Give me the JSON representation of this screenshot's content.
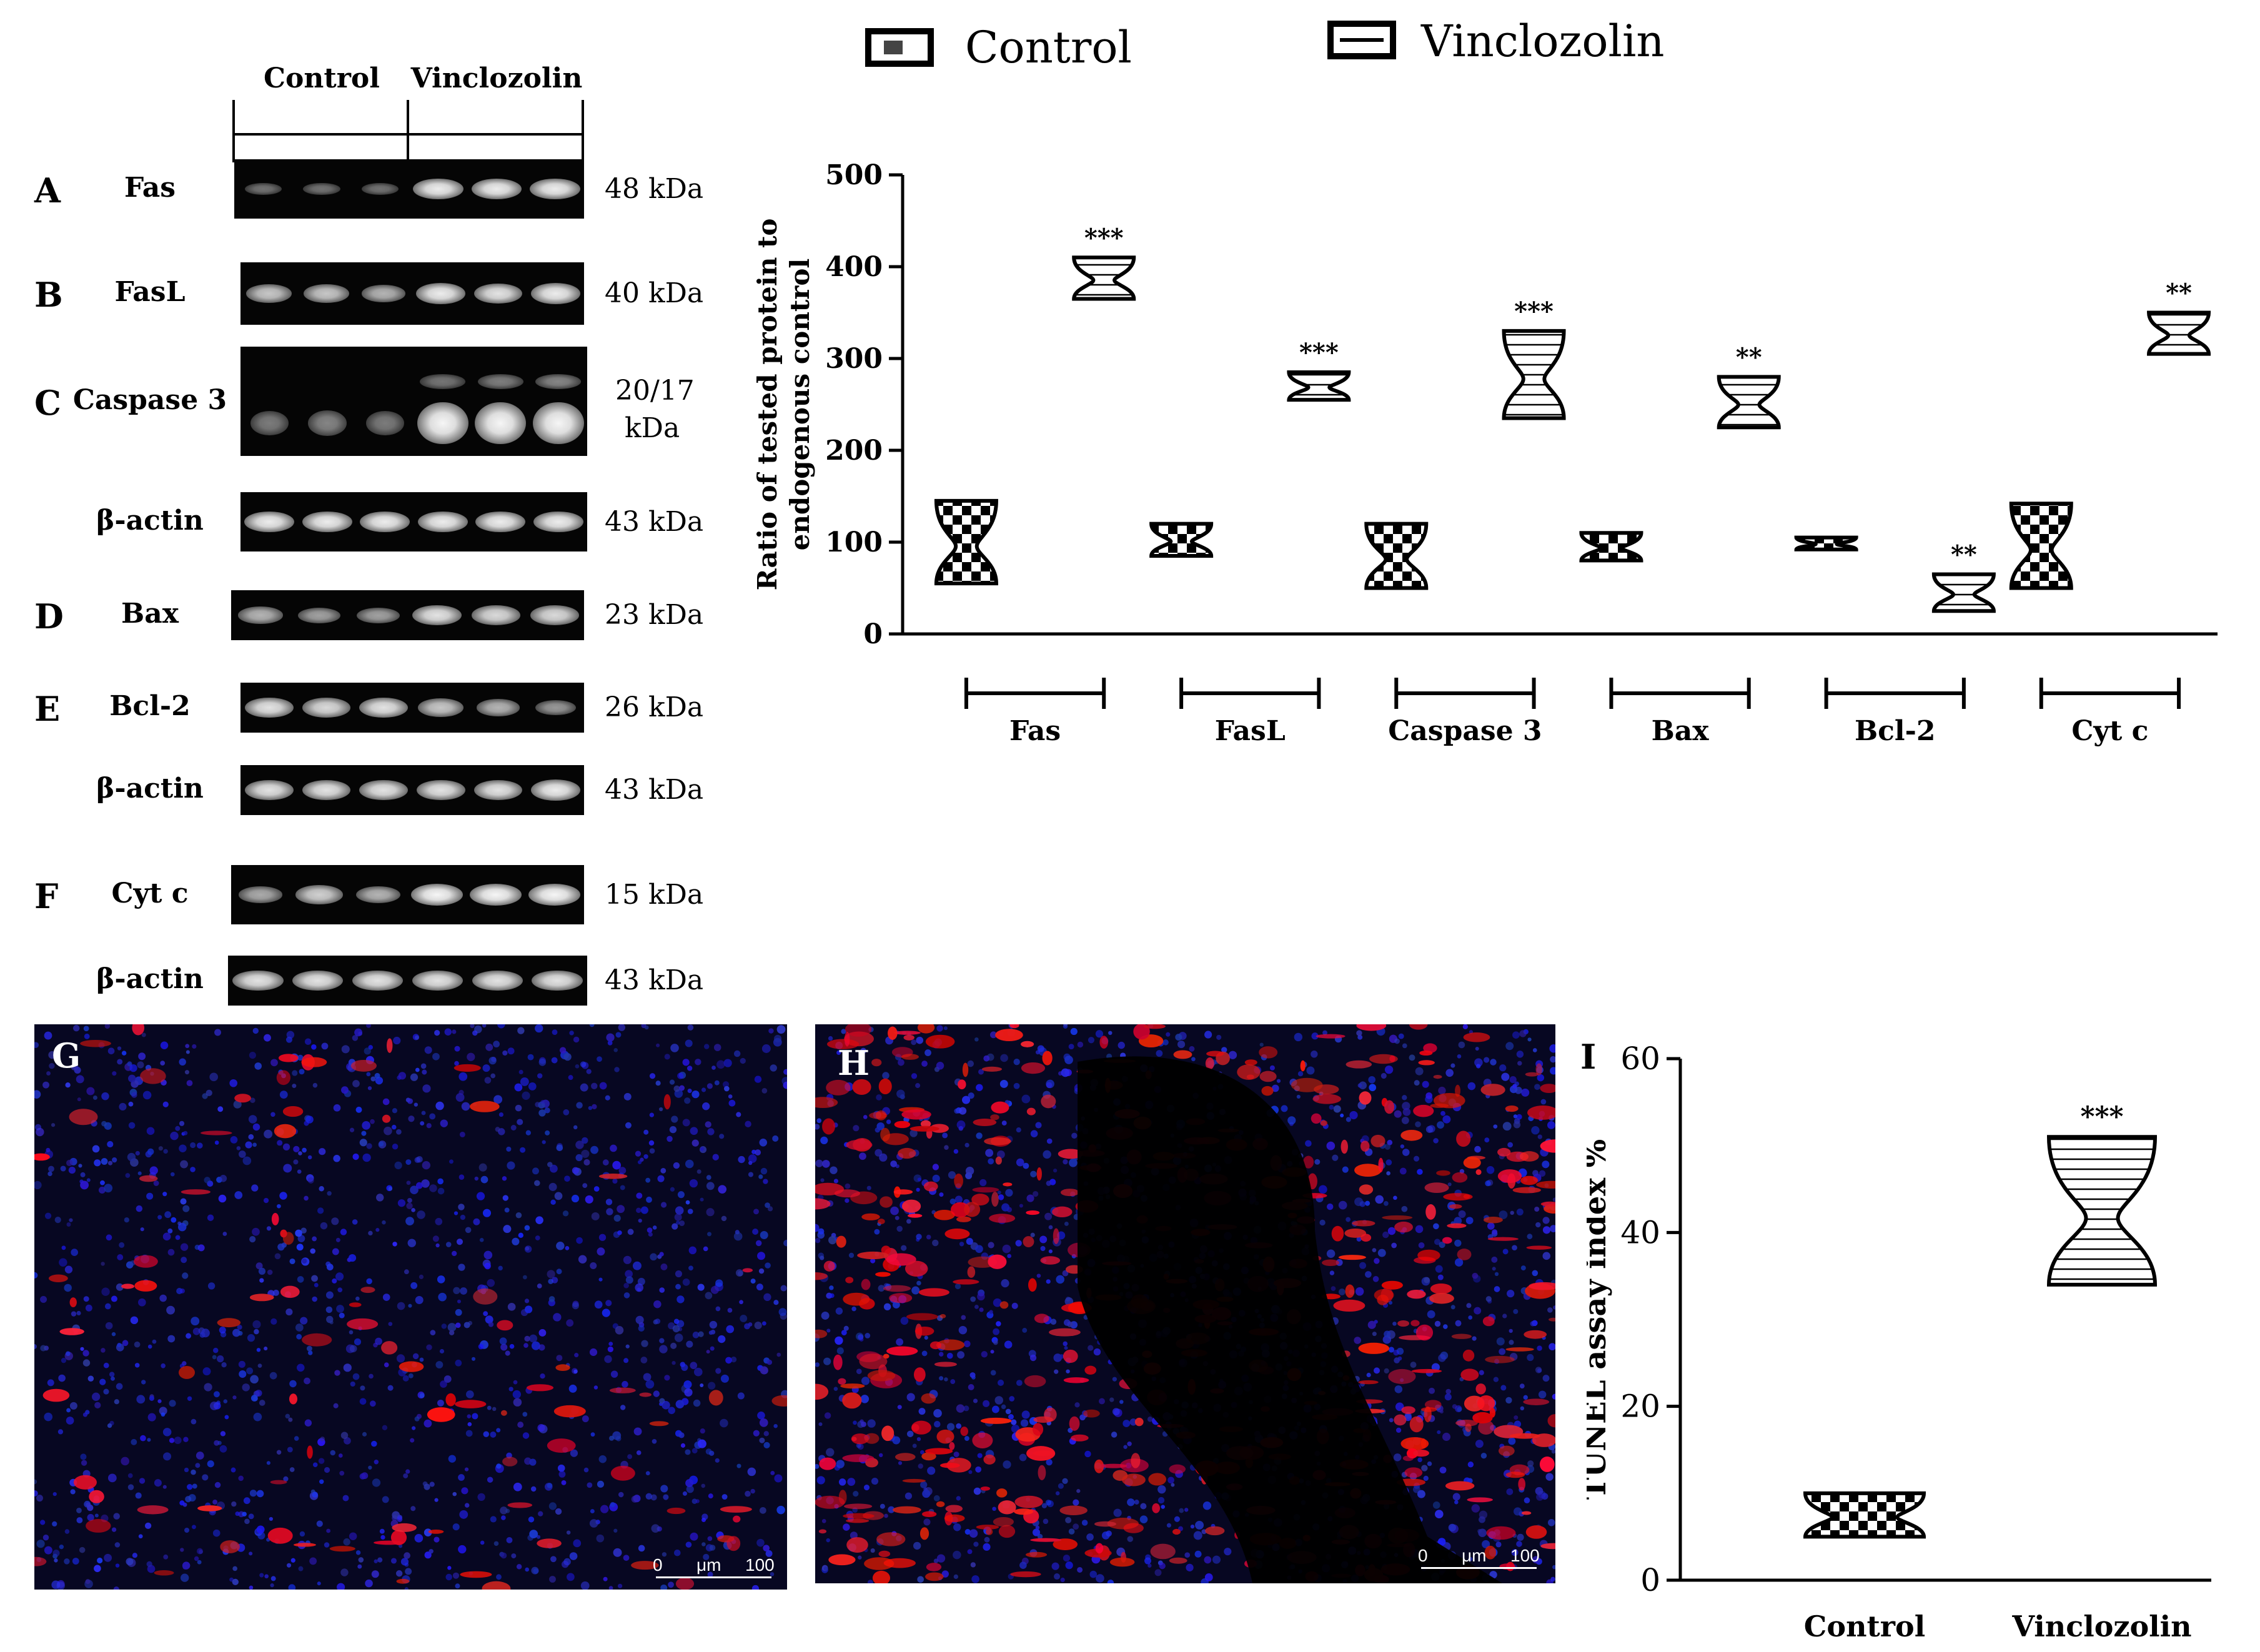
{
  "legend": {
    "control": "Control",
    "vinclozolin": "Vinclozolin"
  },
  "blots": {
    "header": {
      "control": "Control",
      "vinclozolin": "Vinclozolin"
    },
    "rows": [
      {
        "letter": "A",
        "label": "Fas",
        "kda": "48 kDa",
        "intensity": [
          0.25,
          0.25,
          0.25,
          0.9,
          0.9,
          0.9
        ]
      },
      {
        "letter": "B",
        "label": "FasL",
        "kda": "40 kDa",
        "intensity": [
          0.7,
          0.7,
          0.6,
          0.9,
          0.85,
          0.9
        ]
      },
      {
        "letter": "C",
        "label": "Caspase 3",
        "kda_line1": "20/17",
        "kda_line2": "kDa",
        "intensity": [
          0.3,
          0.35,
          0.3,
          0.95,
          0.95,
          0.95
        ]
      },
      {
        "letter": "",
        "label": "β-actin",
        "kda": "43 kDa",
        "intensity": [
          0.9,
          0.9,
          0.9,
          0.9,
          0.9,
          0.9
        ]
      },
      {
        "letter": "D",
        "label": "Bax",
        "kda": "23 kDa",
        "intensity": [
          0.6,
          0.5,
          0.5,
          0.85,
          0.8,
          0.8
        ]
      },
      {
        "letter": "E",
        "label": "Bcl-2",
        "kda": "26 kDa",
        "intensity": [
          0.85,
          0.8,
          0.85,
          0.7,
          0.6,
          0.45
        ]
      },
      {
        "letter": "",
        "label": "β-actin",
        "kda": "43 kDa",
        "intensity": [
          0.85,
          0.85,
          0.85,
          0.85,
          0.85,
          0.9
        ]
      },
      {
        "letter": "F",
        "label": "Cyt c",
        "kda": "15 kDa",
        "intensity": [
          0.55,
          0.75,
          0.6,
          0.95,
          0.95,
          0.95
        ]
      },
      {
        "letter": "",
        "label": "β-actin",
        "kda": "43 kDa",
        "intensity": [
          0.85,
          0.85,
          0.85,
          0.85,
          0.85,
          0.85
        ]
      }
    ]
  },
  "micrographs": [
    {
      "letter": "G",
      "scale_0": "0",
      "scale_unit": "μm",
      "scale_100": "100"
    },
    {
      "letter": "H",
      "scale_0": "0",
      "scale_unit": "μm",
      "scale_100": "100"
    }
  ],
  "panel_i_letter": "I",
  "chart_data": [
    {
      "type": "violin",
      "title": "",
      "ylabel_line1": "Ratio of tested protein to",
      "ylabel_line2": "endogenous control",
      "ylim": [
        0,
        500
      ],
      "yticks": [
        0,
        100,
        200,
        300,
        400,
        500
      ],
      "categories": [
        "Fas",
        "FasL",
        "Caspase 3",
        "Bax",
        "Bcl-2",
        "Cyt c"
      ],
      "series": [
        {
          "name": "Control",
          "pattern": "checker",
          "ranges": [
            [
              55,
              145
            ],
            [
              85,
              120
            ],
            [
              50,
              120
            ],
            [
              80,
              110
            ],
            [
              92,
              105
            ],
            [
              50,
              142
            ]
          ],
          "significance": [
            "",
            "",
            "",
            "",
            "",
            ""
          ]
        },
        {
          "name": "Vinclozolin",
          "pattern": "stripes",
          "ranges": [
            [
              365,
              410
            ],
            [
              255,
              285
            ],
            [
              235,
              330
            ],
            [
              225,
              280
            ],
            [
              25,
              65
            ],
            [
              305,
              350
            ]
          ],
          "significance": [
            "***",
            "***",
            "***",
            "**",
            "**",
            "**"
          ]
        }
      ]
    },
    {
      "type": "violin",
      "title": "",
      "ylabel": "TUNEL assay index %",
      "ylim": [
        0,
        60
      ],
      "yticks": [
        0,
        20,
        40,
        60
      ],
      "categories": [
        "Control",
        "Vinclozolin"
      ],
      "series": [
        {
          "name": "Control",
          "pattern": "checker",
          "range": [
            5,
            10
          ],
          "significance": ""
        },
        {
          "name": "Vinclozolin",
          "pattern": "stripes",
          "range": [
            34,
            51
          ],
          "significance": "***"
        }
      ]
    }
  ]
}
